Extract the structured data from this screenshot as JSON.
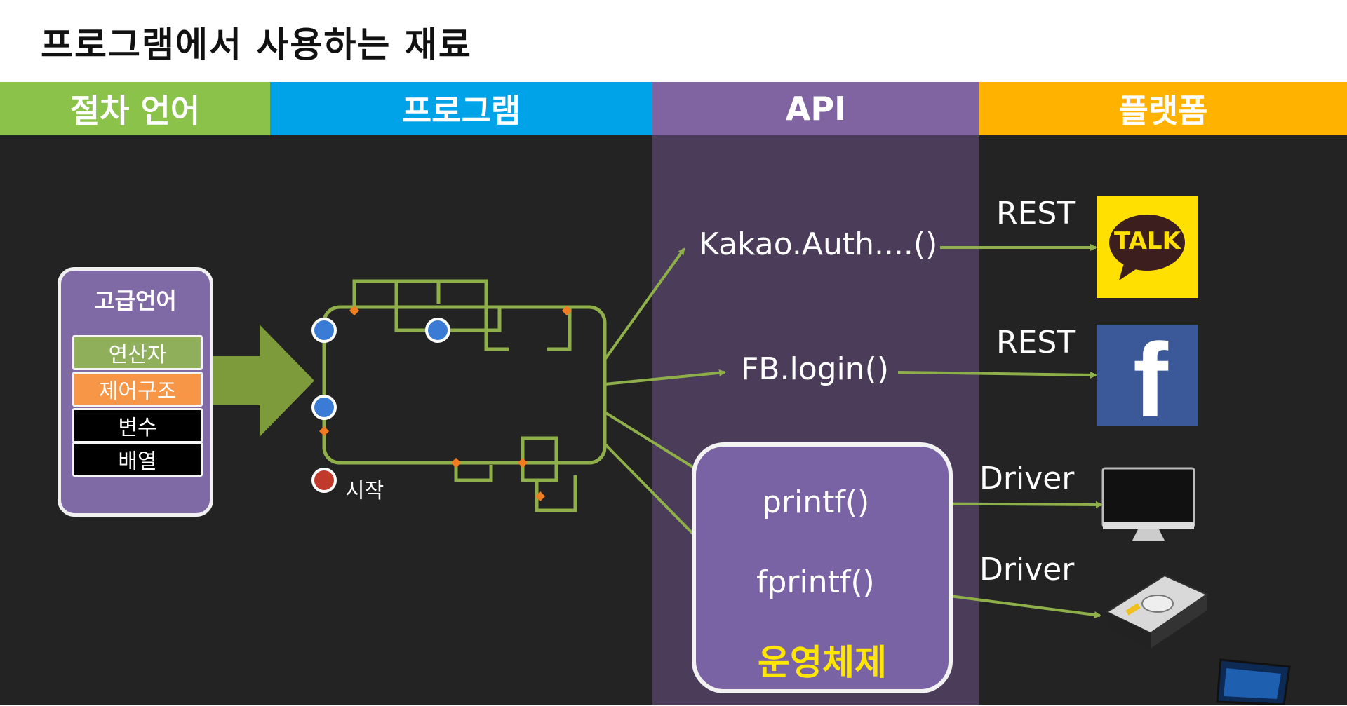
{
  "page": {
    "title": "프로그램에서 사용하는 재료"
  },
  "headers": [
    {
      "label": "절차 언어",
      "color": "#8bc34a"
    },
    {
      "label": "프로그램",
      "color": "#00a2e8"
    },
    {
      "label": "API",
      "color": "#8064a2"
    },
    {
      "label": "플랫폼",
      "color": "#ffb300"
    }
  ],
  "high_level": {
    "title": "고급언어",
    "items": [
      {
        "label": "연산자",
        "color": "#8faf5a"
      },
      {
        "label": "제어구조",
        "color": "#f79646"
      },
      {
        "label": "변수",
        "color": "#000000"
      },
      {
        "label": "배열",
        "color": "#000000"
      }
    ]
  },
  "program": {
    "start_label": "시작"
  },
  "api": {
    "items": [
      {
        "label": "Kakao.Auth....()"
      },
      {
        "label": "FB.login()"
      },
      {
        "label": "printf()"
      },
      {
        "label": "fprintf()"
      }
    ],
    "os_label": "운영체제"
  },
  "platform": {
    "connections": [
      {
        "label": "REST",
        "icon": "kakao-talk-icon"
      },
      {
        "label": "REST",
        "icon": "facebook-icon"
      },
      {
        "label": "Driver",
        "icon": "monitor-icon"
      },
      {
        "label": "Driver",
        "icon": "hard-drive-icon"
      }
    ],
    "talk_text": "TALK",
    "fb_text": "f"
  },
  "colors": {
    "arrow": "#8faf4a",
    "stage_bg": "#232323",
    "api_band": "#4b3c5a"
  }
}
